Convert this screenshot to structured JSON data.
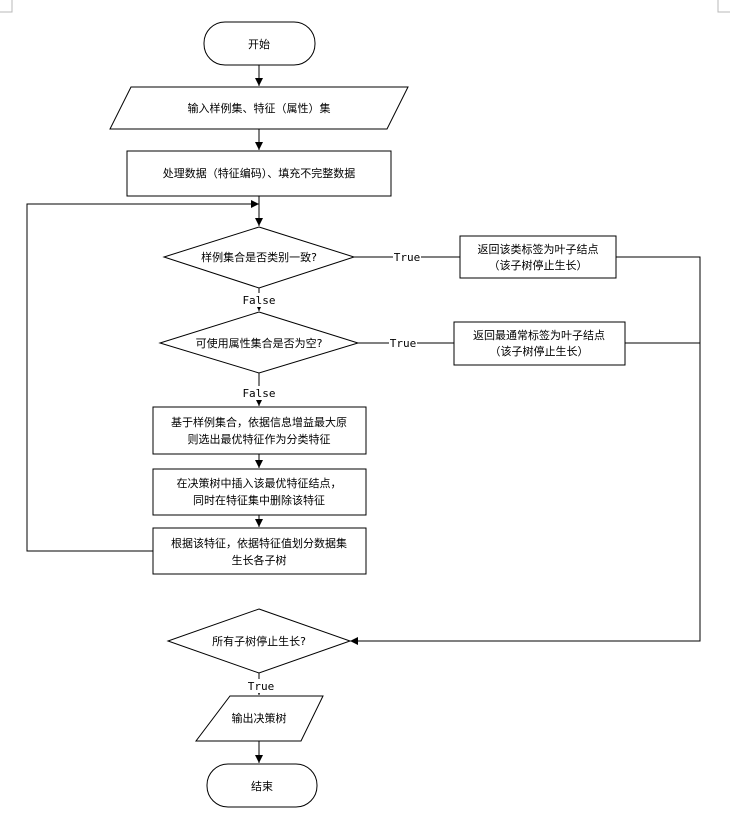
{
  "flowchart": {
    "start": "开始",
    "input": "输入样例集、特征（属性）集",
    "preprocess": "处理数据（特征编码）、填充不完整数据",
    "decision_same_class": "样例集合是否类别一致?",
    "result_same_class": [
      "返回该类标签为叶子结点",
      "（该子树停止生长）"
    ],
    "decision_attr_empty": "可使用属性集合是否为空?",
    "result_attr_empty": [
      "返回最通常标签为叶子结点",
      "（该子树停止生长）"
    ],
    "select_feature": [
      "基于样例集合，依据信息增益最大原",
      "则选出最优特征作为分类特征"
    ],
    "insert_node": [
      "在决策树中插入该最优特征结点，",
      "同时在特征集中删除该特征"
    ],
    "split": [
      "根据该特征，依据特征值划分数据集",
      "生长各子树"
    ],
    "decision_all_stopped": "所有子树停止生长?",
    "output": "输出决策树",
    "end": "结束",
    "labels": {
      "true": "True",
      "false": "False"
    }
  }
}
